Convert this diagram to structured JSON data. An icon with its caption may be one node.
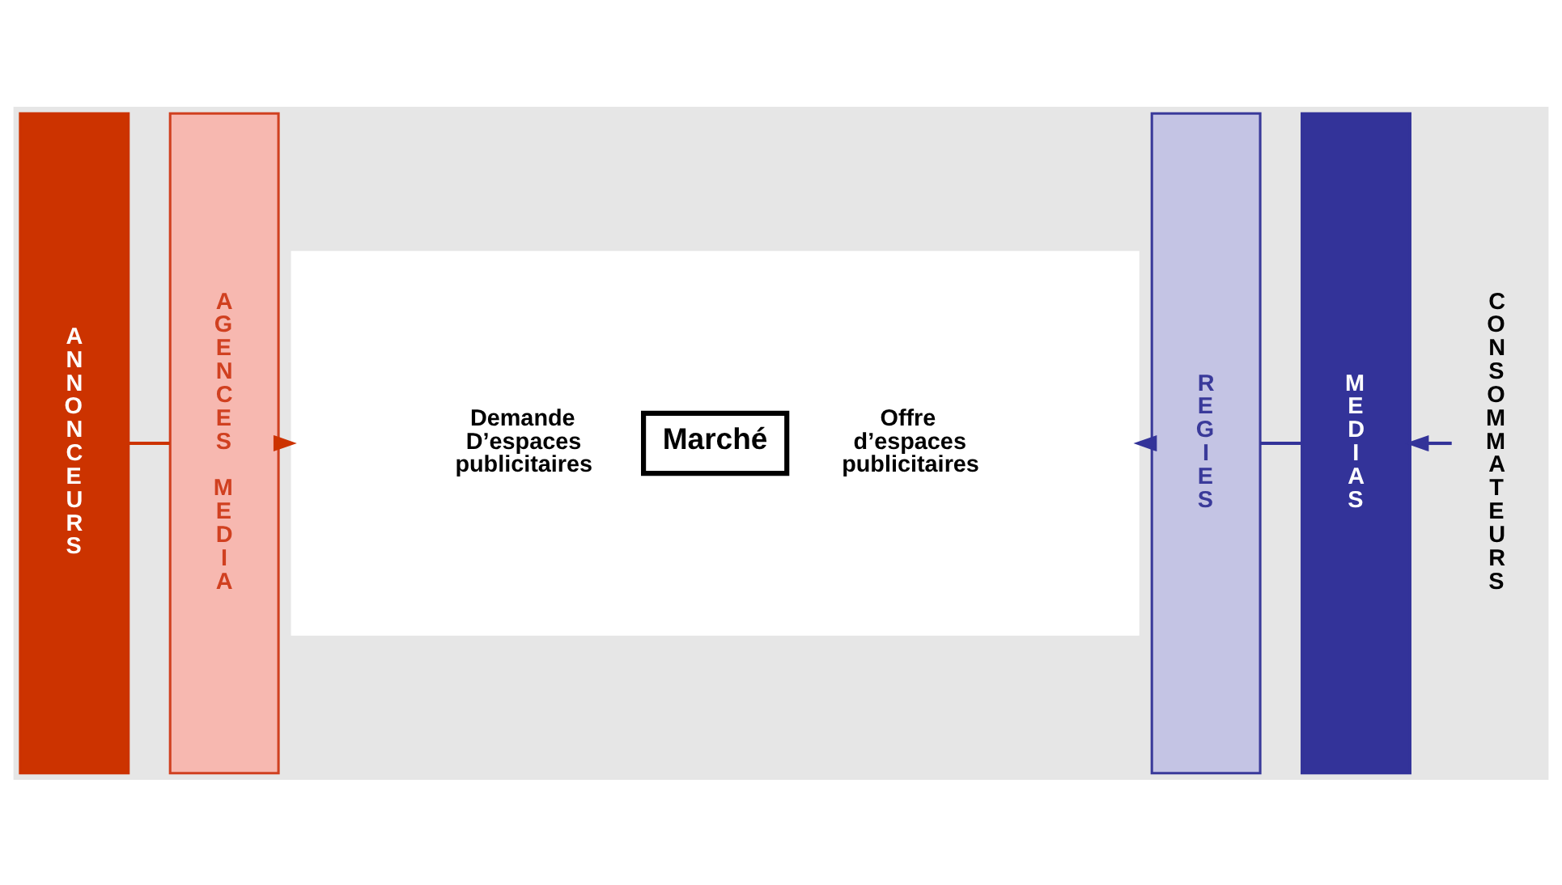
{
  "diagram": {
    "nodes": [
      {
        "text": [
          "ANNONCEURS"
        ]
      },
      {
        "text": [
          "AGENCES MEDIA"
        ]
      },
      {
        "text": [],
        "shape": "box"
      },
      {
        "text": [
          "Demande D’espaces publicitaires"
        ],
        "in": 2
      },
      {
        "text": [
          "Marché"
        ],
        "in": 2
      },
      {
        "text": [
          "Offre d’espaces publicitaires"
        ],
        "in": 2
      },
      {
        "text": [
          "REGIES"
        ]
      },
      {
        "text": [
          "MEDIAS"
        ]
      },
      {
        "text": [
          "CONSOMMATEURS"
        ]
      }
    ],
    "edges": [
      {
        "from": 0,
        "to": 1,
        "arrow": "none",
        "color": "#cc3300"
      },
      {
        "from": 1,
        "to": 2,
        "arrow": "to",
        "color": "#cc3300"
      },
      {
        "from": 6,
        "to": 2,
        "arrow": "to",
        "color": "#333399"
      },
      {
        "from": 7,
        "to": 6,
        "arrow": "none",
        "color": "#333399"
      },
      {
        "from": 8,
        "to": 7,
        "arrow": "to",
        "color": "#333399"
      }
    ]
  }
}
